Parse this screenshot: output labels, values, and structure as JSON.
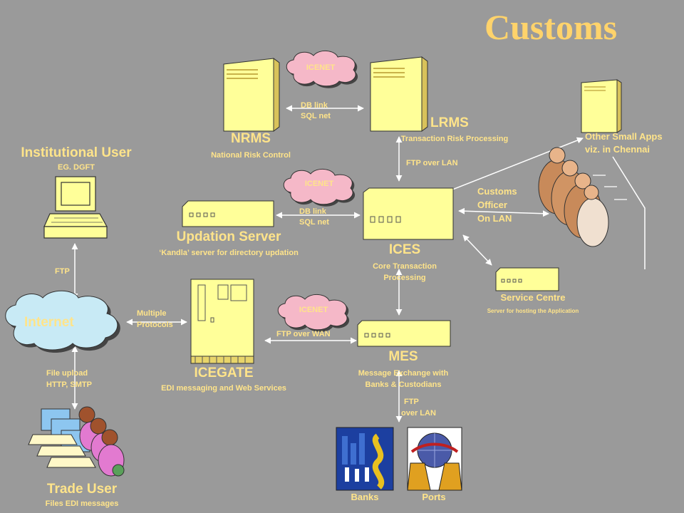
{
  "title": "Customs",
  "nodes": {
    "nrms": {
      "name": "NRMS",
      "desc": "National Risk Control"
    },
    "lrms": {
      "name": "LRMS",
      "desc": "Transaction Risk Processing"
    },
    "other_apps": {
      "line1": "Other Small Apps",
      "line2": "viz. in Chennai"
    },
    "institutional_user": {
      "name": "Institutional User",
      "desc": "EG. DGFT"
    },
    "updation_server": {
      "name": "Updation Server",
      "desc": "‘Kandla’ server for directory updation"
    },
    "ices": {
      "name": "ICES",
      "desc1": "Core Transaction",
      "desc2": "Processing"
    },
    "customs_officer": {
      "line1": "Customs",
      "line2": "Officer",
      "line3": "On LAN"
    },
    "service_centre": {
      "name": "Service Centre",
      "desc": "Server for hosting the Application"
    },
    "internet": {
      "name": "Internet"
    },
    "icegate": {
      "name": "ICEGATE",
      "desc": "EDI messaging and Web Services"
    },
    "mes": {
      "name": "MES",
      "desc1": "Message Exchange with",
      "desc2": "Banks & Custodians"
    },
    "trade_user": {
      "name": "Trade User",
      "desc": "Files EDI messages"
    },
    "banks": {
      "name": "Banks"
    },
    "ports": {
      "name": "Ports"
    }
  },
  "clouds": {
    "c1": "ICENET",
    "c2": "ICENET",
    "c3": "ICENET"
  },
  "links": {
    "nrms_lrms_1": "DB   link",
    "nrms_lrms_2": "SQL net",
    "upd_ices_1": "DB   link",
    "upd_ices_2": "SQL net",
    "lrms_ices": "FTP over LAN",
    "inst_internet": "FTP",
    "internet_icegate_1": "Multiple",
    "internet_icegate_2": "Protocols",
    "icegate_mes": "FTP over WAN",
    "internet_trade_1": "File upload",
    "internet_trade_2": "HTTP, SMTP",
    "mes_banks_1": "FTP",
    "mes_banks_2": "over LAN"
  }
}
